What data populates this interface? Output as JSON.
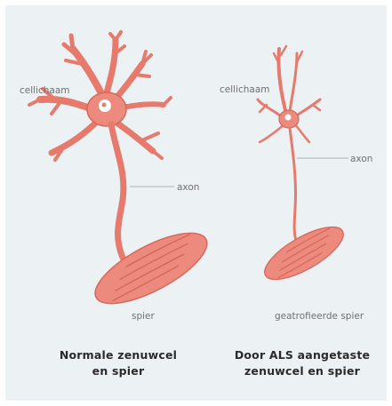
{
  "colors": {
    "neuron_fill": "#ec8a7d",
    "neuron_stroke": "#d8685b",
    "nucleus": "#ffffff",
    "background": "#ecf1f4"
  },
  "normal": {
    "cell_body_label": "cellichaam",
    "axon_label": "axon",
    "muscle_label": "spier",
    "caption_line1": "Normale zenuwcel",
    "caption_line2": "en spier"
  },
  "als": {
    "cell_body_label": "cellichaam",
    "axon_label": "axon",
    "muscle_label": "geatrofieerde spier",
    "caption_line1": "Door ALS aangetaste",
    "caption_line2": "zenuwcel en spier"
  }
}
